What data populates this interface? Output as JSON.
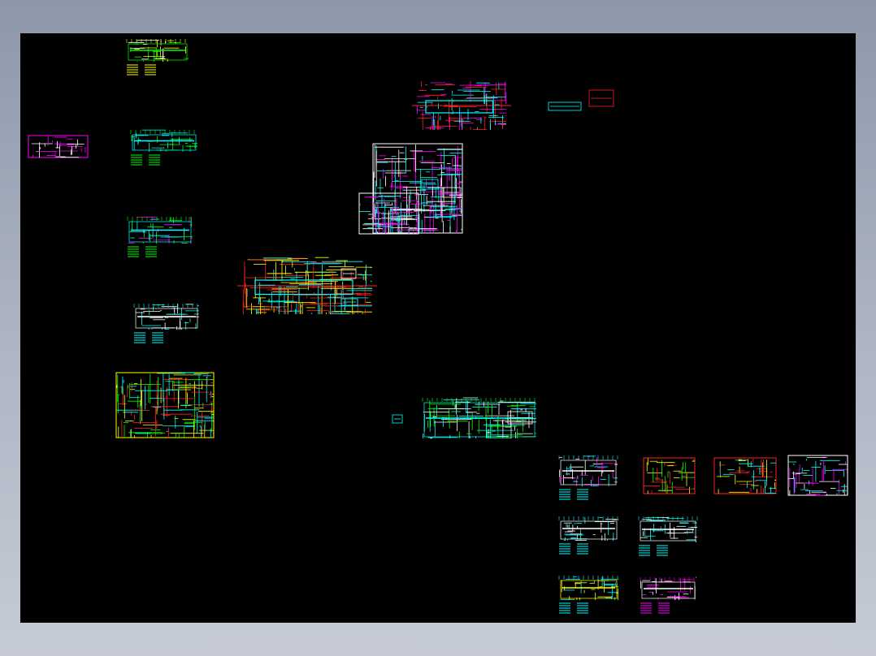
{
  "viewport": {
    "background_color": "#000000",
    "frame_colors": [
      "#8d97a8",
      "#c6cbd5"
    ]
  },
  "palette": {
    "green": "#00ff00",
    "cyan": "#00ffff",
    "red": "#ff2020",
    "magenta": "#ff00ff",
    "yellow": "#ffff00",
    "white": "#ffffff",
    "blue": "#3366ff"
  },
  "sheets": [
    {
      "name": "panel-layout-sheet",
      "colors": [
        "#ffff00",
        "#00ff00",
        "#ffffff"
      ]
    },
    {
      "name": "legend-sheet",
      "colors": [
        "#ff00ff",
        "#ffffff"
      ]
    },
    {
      "name": "floor-plan-sheet",
      "colors": [
        "#00ff00",
        "#00ffff"
      ]
    },
    {
      "name": "floor-plan-sheet",
      "colors": [
        "#00ff00",
        "#00ffff",
        "#ff00ff"
      ]
    },
    {
      "name": "floor-plan-sheet",
      "colors": [
        "#00ffff",
        "#ffffff"
      ]
    },
    {
      "name": "detail-sheet",
      "colors": [
        "#ffff00",
        "#ff2020",
        "#00ff00",
        "#00ffff"
      ]
    },
    {
      "name": "elevation-sheet",
      "colors": [
        "#ff2020",
        "#00ffff",
        "#ff00ff"
      ]
    },
    {
      "name": "site-plan-sheet",
      "colors": [
        "#ff2020",
        "#00ffff",
        "#ffff00"
      ]
    },
    {
      "name": "system-diagram-sheet",
      "colors": [
        "#00ffff",
        "#ff00ff",
        "#ffffff"
      ]
    },
    {
      "name": "title-block-sheet",
      "colors": [
        "#ffffff",
        "#00ffff",
        "#ff00ff"
      ]
    },
    {
      "name": "section-sheet",
      "colors": [
        "#00ff00",
        "#00ffff",
        "#ffffff"
      ]
    },
    {
      "name": "floor-plan-sheet",
      "colors": [
        "#00ffff",
        "#ffffff",
        "#ff00ff"
      ]
    },
    {
      "name": "detail-sheet",
      "colors": [
        "#ff2020",
        "#ffff00",
        "#00ff00"
      ]
    },
    {
      "name": "detail-sheet",
      "colors": [
        "#ff2020",
        "#00ffff",
        "#ffff00"
      ]
    },
    {
      "name": "title-block-sheet",
      "colors": [
        "#ffffff",
        "#00ffff",
        "#ff00ff"
      ]
    },
    {
      "name": "floor-plan-sheet",
      "colors": [
        "#00ffff",
        "#ffffff"
      ]
    },
    {
      "name": "floor-plan-sheet",
      "colors": [
        "#00ffff",
        "#ffffff"
      ]
    },
    {
      "name": "floor-plan-sheet",
      "colors": [
        "#00ffff",
        "#ffff00"
      ]
    },
    {
      "name": "floor-plan-sheet",
      "colors": [
        "#ff00ff",
        "#ffffff"
      ]
    }
  ]
}
